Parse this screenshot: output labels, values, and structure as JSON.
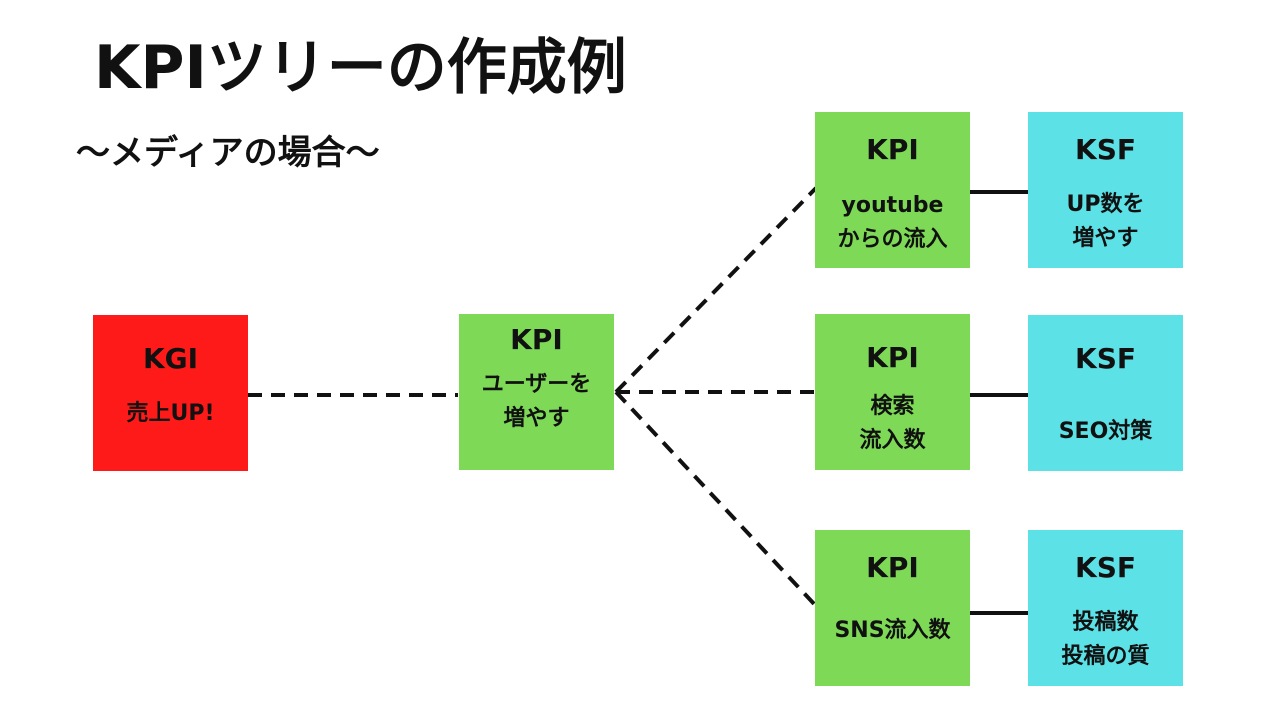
{
  "title": "KPIツリーの作成例",
  "subtitle": "〜メディアの場合〜",
  "nodes": {
    "kgi": {
      "head": "KGI",
      "body": "売上UP!",
      "color": "#ff1a1a"
    },
    "kpi_main": {
      "head": "KPI",
      "body": "ユーザーを\n増やす",
      "color": "#7ed957"
    },
    "kpi_youtube": {
      "head": "KPI",
      "body": "youtube\nからの流入",
      "color": "#7ed957"
    },
    "kpi_search": {
      "head": "KPI",
      "body": "検索\n流入数",
      "color": "#7ed957"
    },
    "kpi_sns": {
      "head": "KPI",
      "body": "SNS流入数",
      "color": "#7ed957"
    },
    "ksf_youtube": {
      "head": "KSF",
      "body": "UP数を\n増やす",
      "color": "#5ce1e6"
    },
    "ksf_search": {
      "head": "KSF",
      "body": "SEO対策",
      "color": "#5ce1e6"
    },
    "ksf_sns": {
      "head": "KSF",
      "body": "投稿数\n投稿の質",
      "color": "#5ce1e6"
    }
  }
}
